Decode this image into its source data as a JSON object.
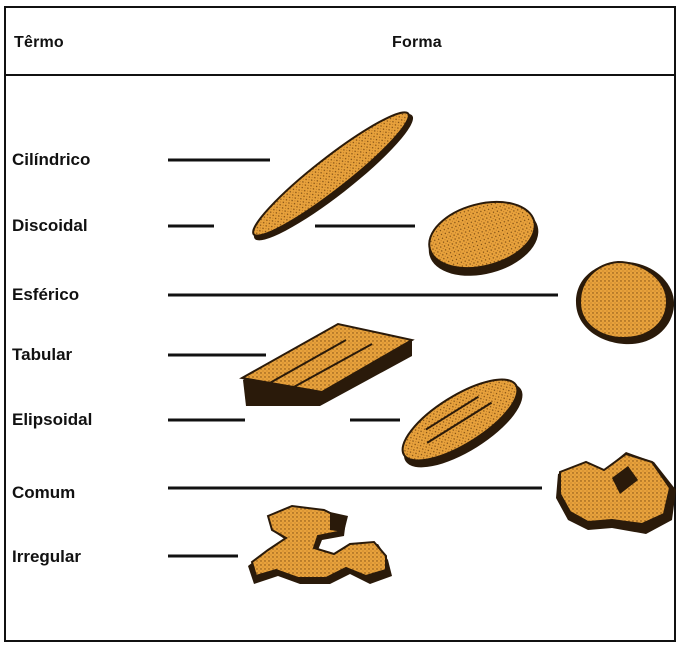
{
  "table": {
    "header_term": "Têrmo",
    "header_form": "Forma"
  },
  "terms": [
    {
      "label": "Cilíndrico",
      "shape_icon": "cylindrical-grain-icon"
    },
    {
      "label": "Discoidal",
      "shape_icon": "discoidal-grain-icon"
    },
    {
      "label": "Esférico",
      "shape_icon": "spherical-grain-icon"
    },
    {
      "label": "Tabular",
      "shape_icon": "tabular-grain-icon"
    },
    {
      "label": "Elipsoidal",
      "shape_icon": "ellipsoidal-grain-icon"
    },
    {
      "label": "Comum",
      "shape_icon": "common-grain-icon"
    },
    {
      "label": "Irregular",
      "shape_icon": "irregular-grain-icon"
    }
  ],
  "colors": {
    "grain_fill": "#E8A23C",
    "grain_shadow": "#2A1A0A",
    "line": "#111111"
  }
}
